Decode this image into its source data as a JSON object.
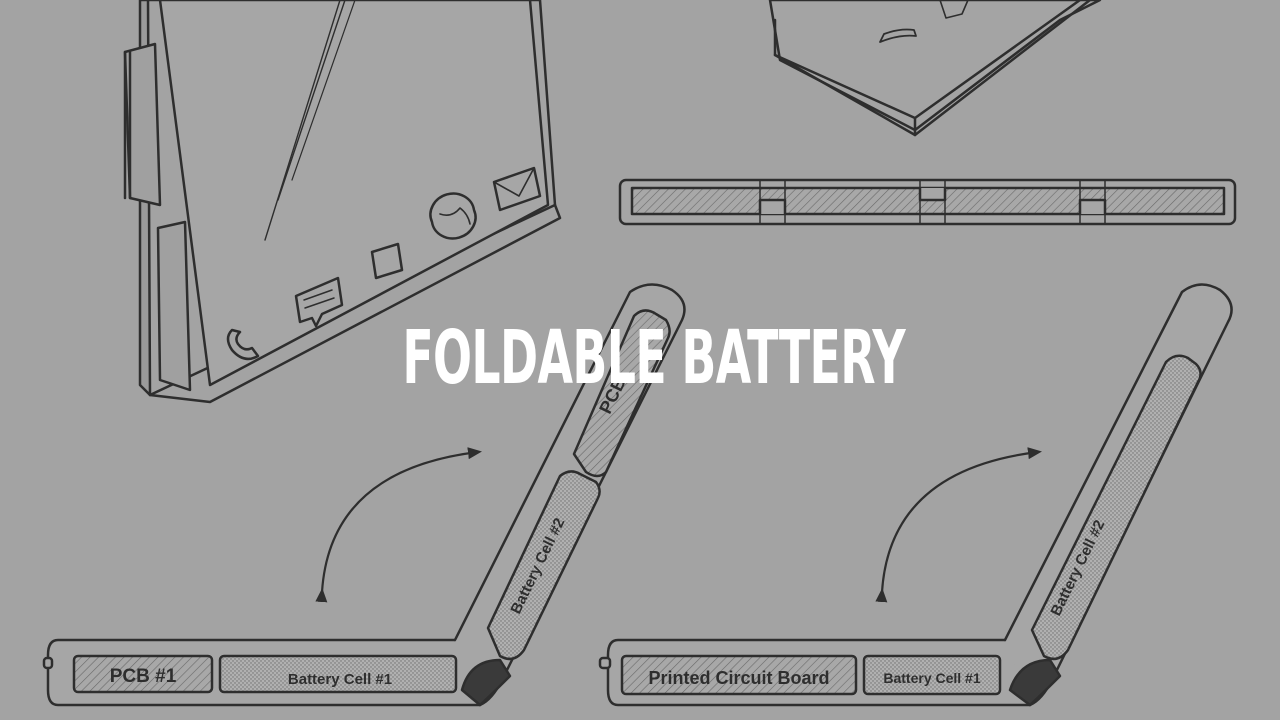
{
  "title": "FOLDABLE BATTERY",
  "labels": {
    "pcb1": "PCB #1",
    "battery_cell1_left": "Battery Cell #1",
    "battery_cell2_left": "Battery Cell #2",
    "pcb_top": "PCB",
    "printed_circuit_board": "Printed Circuit Board",
    "battery_cell1_right": "Battery Cell #1",
    "battery_cell2_right": "Battery Cell #2"
  },
  "colors": {
    "background": "#a3a3a3",
    "line": "#2e2e2e",
    "title": "#ffffff"
  }
}
